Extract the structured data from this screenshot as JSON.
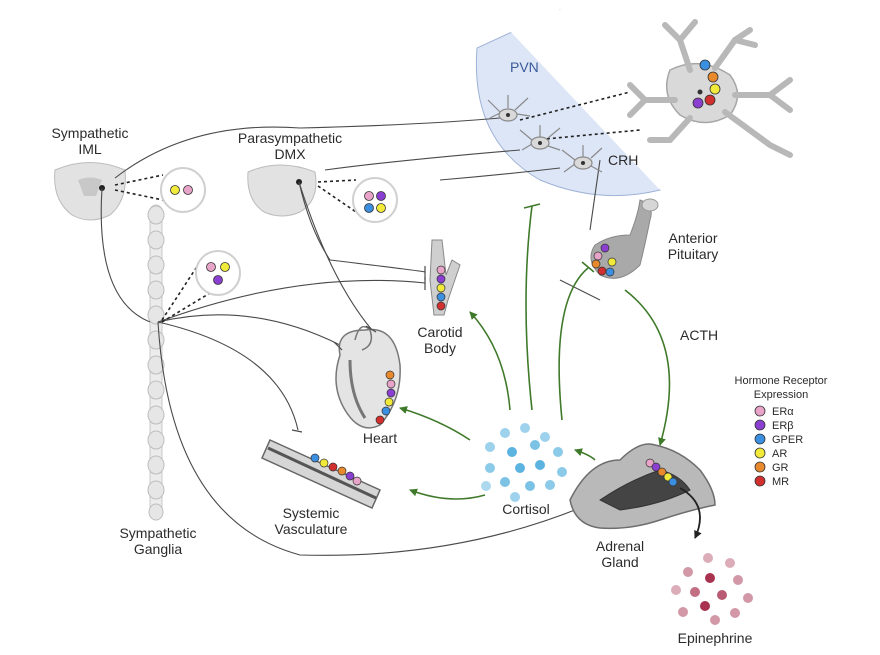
{
  "labels": {
    "sympathetic_iml_1": "Sympathetic",
    "sympathetic_iml_2": "IML",
    "parasympathetic_dmx_1": "Parasympathetic",
    "parasympathetic_dmx_2": "DMX",
    "pvn": "PVN",
    "crh": "CRH",
    "anterior_pituitary_1": "Anterior",
    "anterior_pituitary_2": "Pituitary",
    "acth": "ACTH",
    "carotid_body_1": "Carotid",
    "carotid_body_2": "Body",
    "heart": "Heart",
    "systemic_vasculature_1": "Systemic",
    "systemic_vasculature_2": "Vasculature",
    "cortisol": "Cortisol",
    "adrenal_gland_1": "Adrenal",
    "adrenal_gland_2": "Gland",
    "epinephrine": "Epinephrine",
    "sympathetic_ganglia_1": "Sympathetic",
    "sympathetic_ganglia_2": "Ganglia"
  },
  "legend": {
    "title_1": "Hormone Receptor",
    "title_2": "Expression",
    "items": [
      {
        "label": "ERα",
        "color": "#e7a3c8"
      },
      {
        "label": "ERβ",
        "color": "#8a3fd1"
      },
      {
        "label": "GPER",
        "color": "#3a8fe0"
      },
      {
        "label": "AR",
        "color": "#f2ea3a"
      },
      {
        "label": "GR",
        "color": "#e8892d"
      },
      {
        "label": "MR",
        "color": "#d2302f"
      }
    ]
  },
  "colors": {
    "arrow_green": "#3f7a2a",
    "nerve_line": "#4a4a4a",
    "pvn_fill": "#dde6f6",
    "cortisol_dot": "#5bb3df",
    "epinephrine_dot": "#a8324f"
  }
}
